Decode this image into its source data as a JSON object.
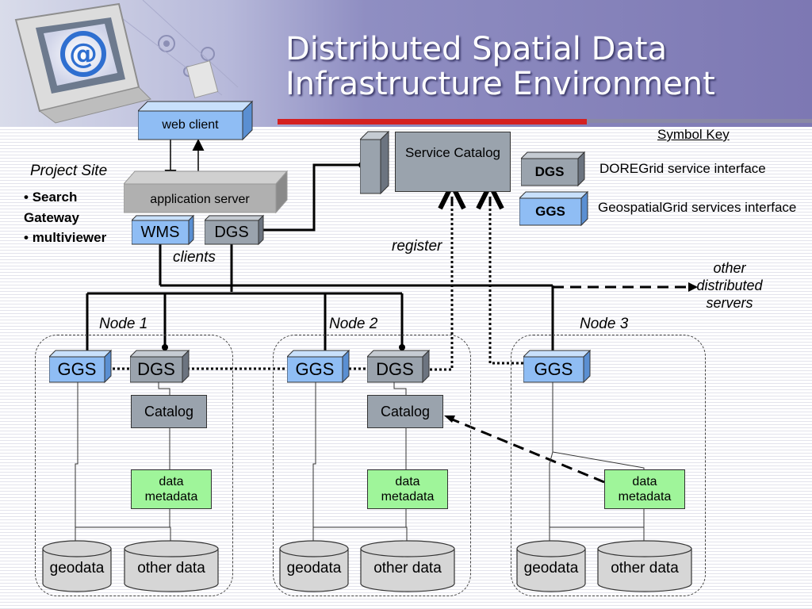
{
  "title": "Distributed Spatial Data\nInfrastructure Environment",
  "symbol_key": {
    "heading": "Symbol Key",
    "dgs_label": "DGS",
    "dgs_desc": "DOREGrid service interface",
    "ggs_label": "GGS",
    "ggs_desc": "GeospatialGrid services interface"
  },
  "project_site": {
    "heading": "Project Site",
    "bullet1": "• Search Gateway",
    "bullet1_line1": "Search",
    "bullet1_line2": "Gateway",
    "bullet2": "multiviewer"
  },
  "top": {
    "web_client": "web client",
    "application_server": "application server",
    "wms": "WMS",
    "dgs": "DGS",
    "clients": "clients",
    "service_catalog": "Service Catalog",
    "register": "register",
    "other_servers": "other distributed servers"
  },
  "nodes": [
    {
      "name": "Node 1",
      "ggs": "GGS",
      "dgs": "DGS",
      "catalog": "Catalog",
      "data_metadata": "data metadata",
      "geodata": "geodata",
      "other_data": "other data"
    },
    {
      "name": "Node 2",
      "ggs": "GGS",
      "dgs": "DGS",
      "catalog": "Catalog",
      "data_metadata": "data metadata",
      "geodata": "geodata",
      "other_data": "other data"
    },
    {
      "name": "Node 3",
      "ggs": "GGS",
      "data_metadata": "data metadata",
      "geodata": "geodata",
      "other_data": "other data"
    }
  ]
}
